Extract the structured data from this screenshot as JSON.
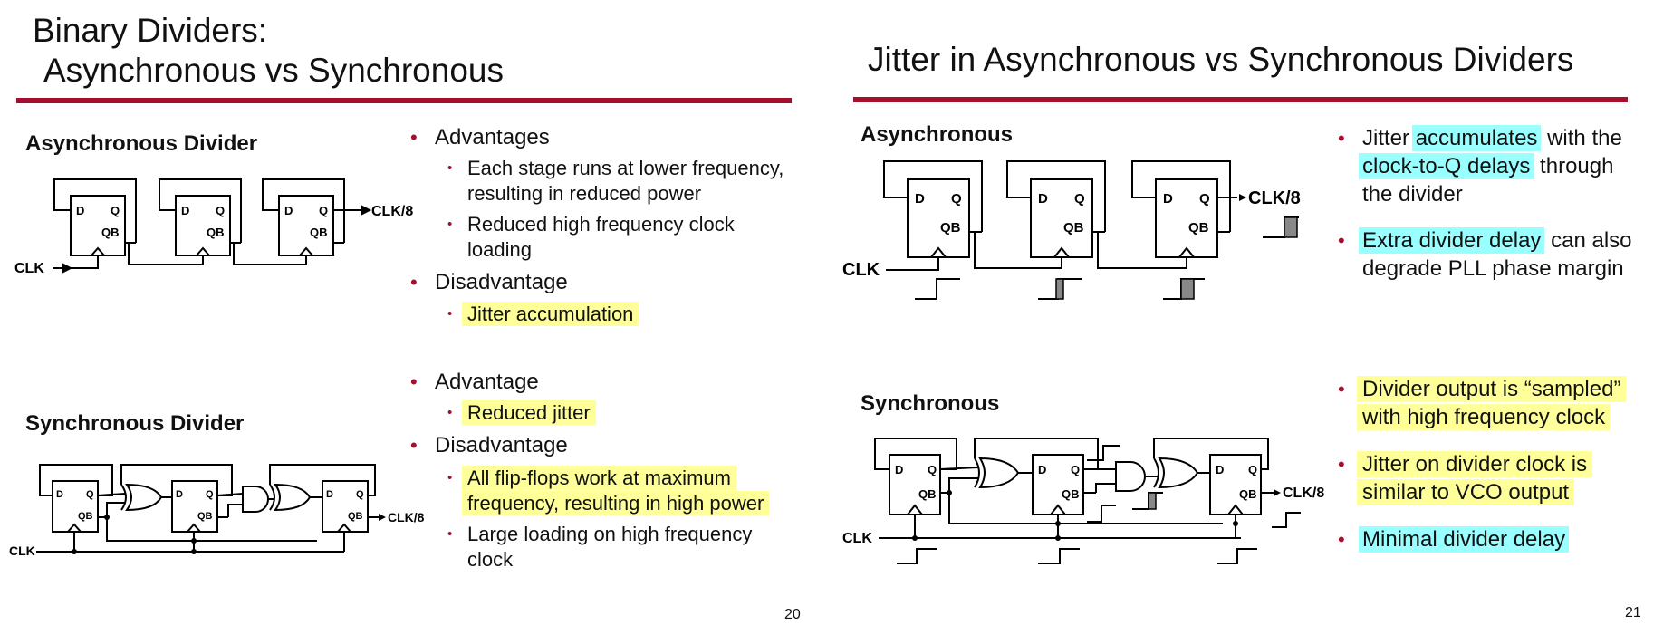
{
  "slide20": {
    "title_line1": "Binary Dividers:",
    "title_line2": "Asynchronous vs Synchronous",
    "async_label": "Asynchronous Divider",
    "sync_label": "Synchronous Divider",
    "circuit": {
      "d": "D",
      "q": "Q",
      "qb": "QB",
      "clk": "CLK",
      "out": "CLK/8"
    },
    "async_pros_heading": "Advantages",
    "async_pros": [
      {
        "line1": "Each stage runs at lower frequency,",
        "line2": "resulting in reduced power"
      },
      {
        "line1": "Reduced high frequency clock",
        "line2": "loading"
      }
    ],
    "async_cons_heading": "Disadvantage",
    "async_cons": [
      "Jitter accumulation"
    ],
    "sync_pros_heading": "Advantage",
    "sync_pros": [
      "Reduced jitter"
    ],
    "sync_cons_heading": "Disadvantage",
    "sync_cons": [
      {
        "line1": "All flip-flops work at maximum",
        "line2": "frequency, resulting in high power"
      },
      {
        "line1": "Large loading on high frequency",
        "line2": "clock"
      }
    ],
    "page_number": "20"
  },
  "slide21": {
    "title": "Jitter in Asynchronous vs Synchronous Dividers",
    "async_label": "Asynchronous",
    "sync_label": "Synchronous",
    "async_bullets": [
      {
        "t1": "Jitter ",
        "h1": "accumulates",
        "t2": " with the",
        "h2": "clock-to-Q delays",
        "t3": " through",
        "t4": "the divider"
      },
      {
        "h1": "Extra divider delay",
        "t1": " can also",
        "t2": "degrade PLL phase margin"
      }
    ],
    "sync_bullets": [
      {
        "line1": "Divider output is “sampled”",
        "line2": "with high frequency clock"
      },
      {
        "line1": "Jitter on divider clock is",
        "line2": "similar to VCO output"
      },
      {
        "line1": "Minimal divider delay"
      }
    ],
    "page_number": "21"
  },
  "colors": {
    "accent_rule": "#a50e2d",
    "bullet": "#a50e2d",
    "highlight_yellow": "#ffff99",
    "highlight_cyan": "#99ffff"
  }
}
